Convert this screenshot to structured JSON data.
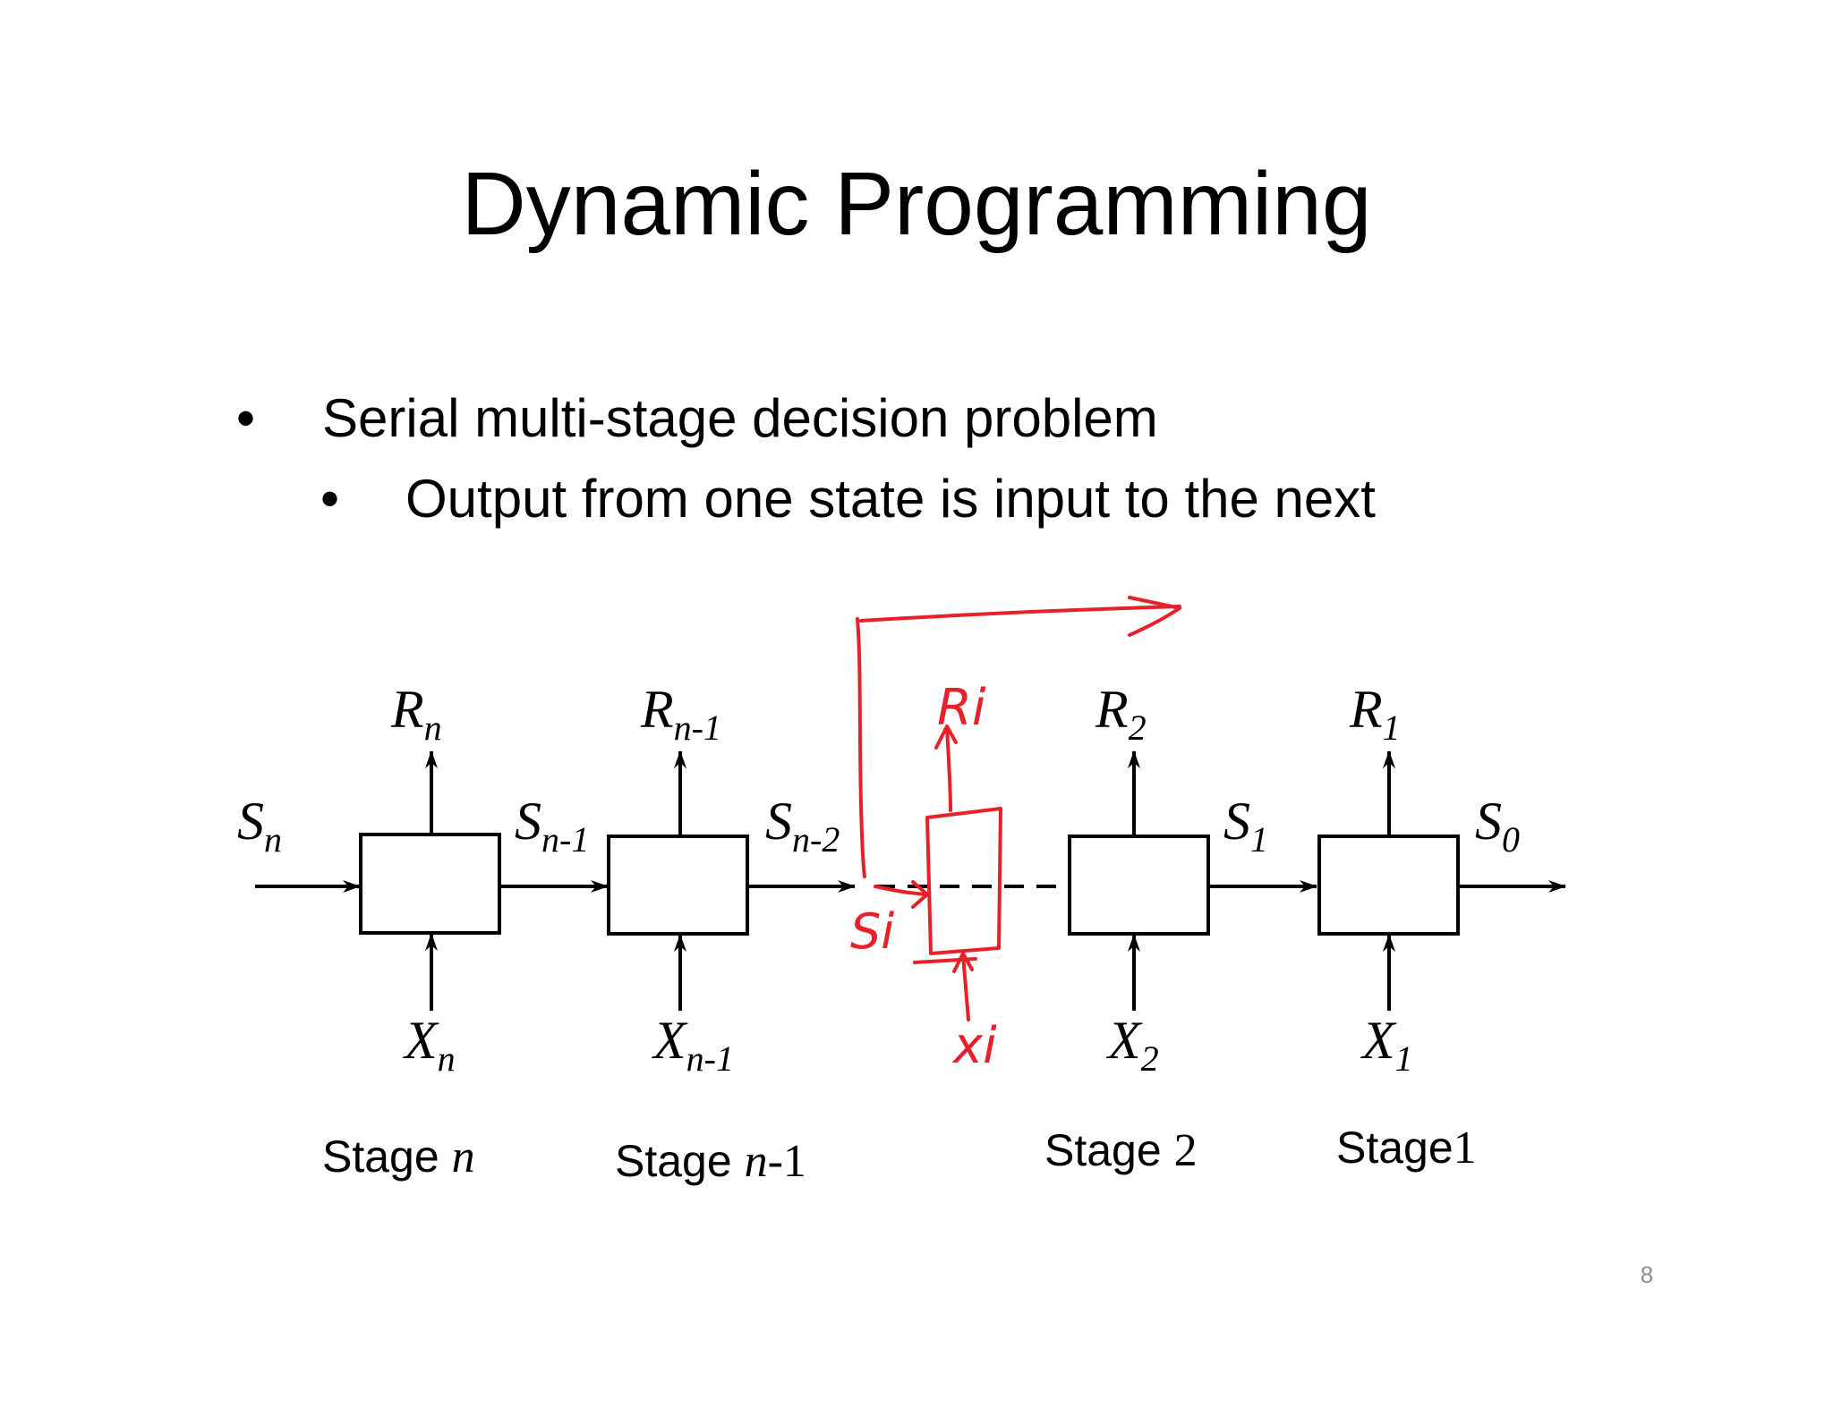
{
  "slide": {
    "title": "Dynamic Programming",
    "page_number": "8"
  },
  "bullets": [
    {
      "symbol": "•",
      "text": "Serial multi-stage decision problem",
      "level": 1
    },
    {
      "symbol": "•",
      "text": "Output from one state is input to the next",
      "level": 2
    }
  ],
  "diagram": {
    "states": [
      {
        "base": "S",
        "sub": "n"
      },
      {
        "base": "S",
        "sub": "n-1"
      },
      {
        "base": "S",
        "sub": "n-2"
      },
      {
        "base": "S",
        "sub": "1"
      },
      {
        "base": "S",
        "sub": "0"
      }
    ],
    "returns": [
      {
        "base": "R",
        "sub": "n"
      },
      {
        "base": "R",
        "sub": "n-1"
      },
      {
        "base": "R",
        "sub": "2"
      },
      {
        "base": "R",
        "sub": "1"
      }
    ],
    "decisions": [
      {
        "base": "X",
        "sub": "n"
      },
      {
        "base": "X",
        "sub": "n-1"
      },
      {
        "base": "X",
        "sub": "2"
      },
      {
        "base": "X",
        "sub": "1"
      }
    ],
    "stages": [
      {
        "word": "Stage ",
        "num": "n",
        "num_style": "italic"
      },
      {
        "word": "Stage ",
        "num": "n",
        "num_style": "italic",
        "suffix": "-1"
      },
      {
        "word": "Stage ",
        "num": "2",
        "num_style": "serif"
      },
      {
        "word": "Stage",
        "num": "1",
        "num_style": "serif"
      }
    ],
    "annotations": {
      "color": "#e8202a",
      "return_label": "Ri",
      "state_label": "Si",
      "decision_label": "xi"
    }
  }
}
